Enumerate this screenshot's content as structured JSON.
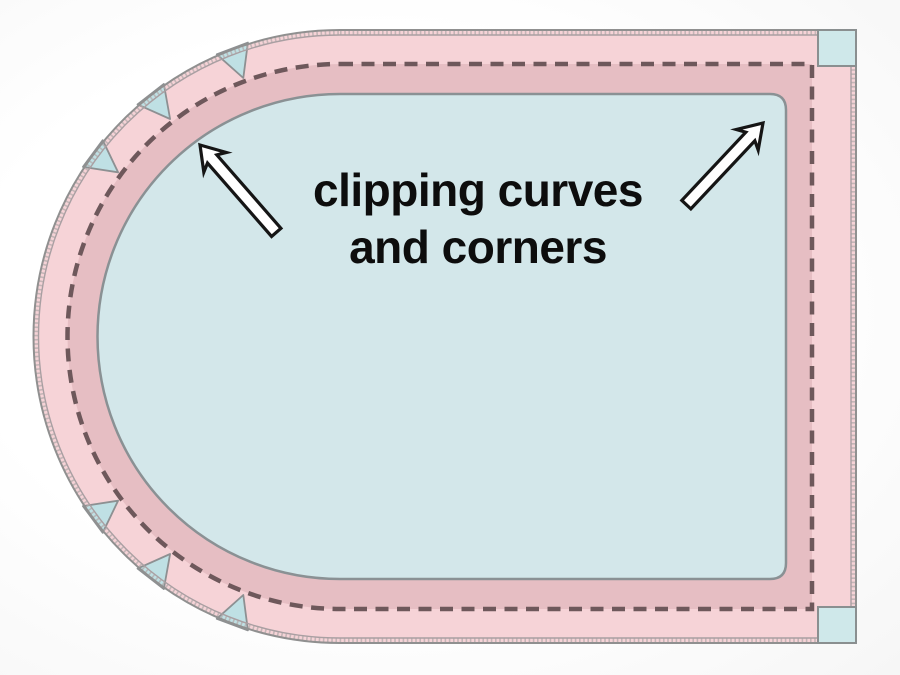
{
  "annotation": {
    "line1": "clipping curves",
    "line2": "and corners"
  },
  "diagram": {
    "description": "sewing pattern piece, rounded left end and square right end, with clipped seam allowance",
    "notch_count": 6,
    "corner_clip_count": 2,
    "stitch_line_style": "dashed"
  },
  "icons": {
    "left_arrow": "arrow-up-left",
    "right_arrow": "arrow-up-right"
  },
  "colors": {
    "background": "#fbfbfb",
    "fabric_pink": "#f6d3d7",
    "seam_band_mauve": "#e6bec3",
    "lining_blue": "#d3e7ea",
    "notch_teal": "#bfe0e4",
    "corner_clip_blue": "#cfe8ea",
    "outline_gray": "#909090",
    "inner_outline_gray": "#8a9194",
    "edge_texture": "#b3abab",
    "stitch_dash": "#6e585b",
    "arrow_fill": "#ffffff",
    "arrow_outline": "#151515",
    "text_color": "#0d0d0d"
  }
}
